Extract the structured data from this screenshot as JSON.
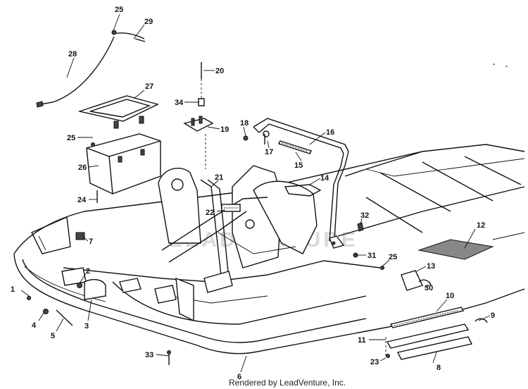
{
  "watermark": "LEADVENTURE",
  "footer_text": "Rendered by LeadVenture, Inc.",
  "callouts": [
    "1",
    "2",
    "3",
    "4",
    "5",
    "6",
    "7",
    "8",
    "9",
    "10",
    "11",
    "12",
    "13",
    "14",
    "15",
    "16",
    "17",
    "18",
    "19",
    "20",
    "21",
    "22",
    "23",
    "24",
    "25",
    "25",
    "25",
    "26",
    "27",
    "28",
    "29",
    "30",
    "31",
    "32",
    "33",
    "34"
  ]
}
